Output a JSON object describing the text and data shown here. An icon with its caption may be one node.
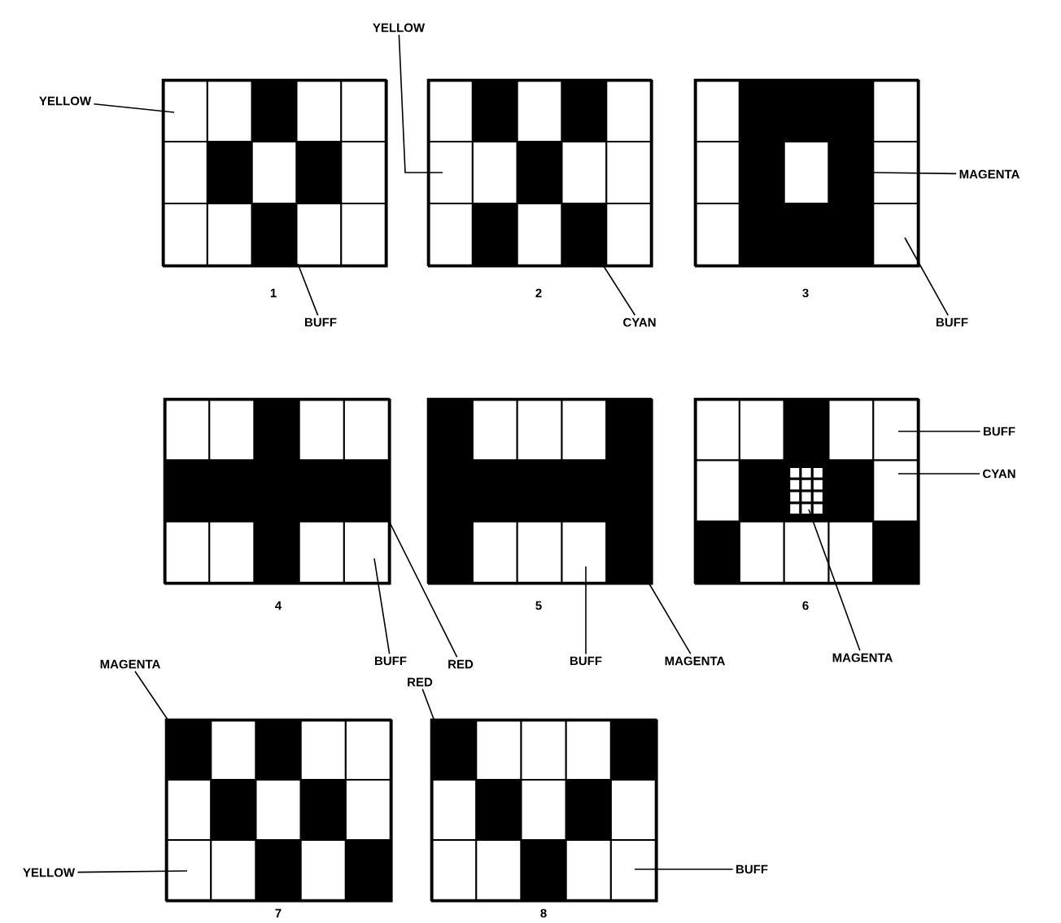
{
  "diagram": {
    "nodes": [
      {
        "text": [],
        "shape": "box",
        "beside": [
          "1"
        ]
      },
      {
        "text": [],
        "shape": "box",
        "beside": [
          "2"
        ]
      },
      {
        "text": [],
        "shape": "box",
        "beside": [
          "3"
        ]
      },
      {
        "text": [],
        "shape": "box",
        "beside": [
          "4"
        ]
      },
      {
        "text": [],
        "shape": "box",
        "beside": [
          "5"
        ]
      },
      {
        "text": [],
        "shape": "box",
        "beside": [
          "6"
        ]
      },
      {
        "text": [],
        "shape": "box",
        "beside": [
          "7"
        ]
      },
      {
        "text": [],
        "shape": "box",
        "beside": [
          "8"
        ]
      },
      {
        "text": [
          "YELLOW"
        ]
      },
      {
        "text": [
          "BUFF"
        ]
      },
      {
        "text": [
          "YELLOW"
        ]
      },
      {
        "text": [
          "CYAN"
        ]
      },
      {
        "text": [
          "MAGENTA"
        ]
      },
      {
        "text": [
          "BUFF"
        ]
      },
      {
        "text": [
          "BUFF"
        ]
      },
      {
        "text": [
          "RED"
        ]
      },
      {
        "text": [
          "BUFF"
        ]
      },
      {
        "text": [
          "MAGENTA"
        ]
      },
      {
        "text": [
          "BUFF"
        ]
      },
      {
        "text": [
          "CYAN"
        ]
      },
      {
        "text": [
          "MAGENTA"
        ]
      },
      {
        "text": [
          "MAGENTA"
        ]
      },
      {
        "text": [
          "YELLOW"
        ]
      },
      {
        "text": [
          "RED"
        ]
      },
      {
        "text": [
          "BUFF"
        ]
      }
    ],
    "edges": [
      {
        "from": 8,
        "to": 0,
        "arrow": "none"
      },
      {
        "from": 9,
        "to": 0,
        "arrow": "none"
      },
      {
        "from": 10,
        "to": 1,
        "arrow": "none"
      },
      {
        "from": 11,
        "to": 1,
        "arrow": "none"
      },
      {
        "from": 12,
        "to": 2,
        "arrow": "none"
      },
      {
        "from": 13,
        "to": 2,
        "arrow": "none"
      },
      {
        "from": 14,
        "to": 3,
        "arrow": "none"
      },
      {
        "from": 15,
        "to": 3,
        "arrow": "none"
      },
      {
        "from": 16,
        "to": 4,
        "arrow": "none"
      },
      {
        "from": 17,
        "to": 4,
        "arrow": "none"
      },
      {
        "from": 18,
        "to": 5,
        "arrow": "none"
      },
      {
        "from": 19,
        "to": 5,
        "arrow": "none"
      },
      {
        "from": 20,
        "to": 5,
        "arrow": "none"
      },
      {
        "from": 21,
        "to": 6,
        "arrow": "none"
      },
      {
        "from": 22,
        "to": 6,
        "arrow": "none"
      },
      {
        "from": 23,
        "to": 7,
        "arrow": "none"
      },
      {
        "from": 24,
        "to": 7,
        "arrow": "none"
      }
    ]
  }
}
